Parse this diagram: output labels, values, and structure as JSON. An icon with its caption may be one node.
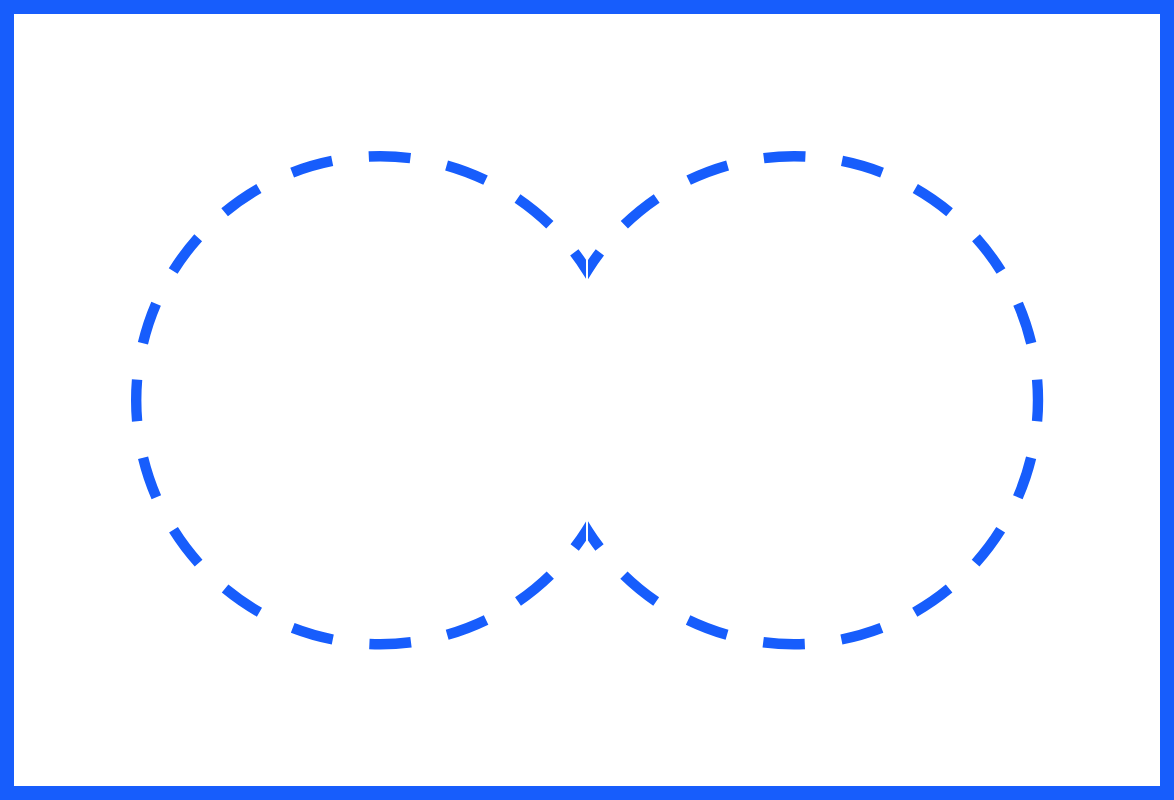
{
  "diagram": {
    "nodes": [
      {
        "text": [],
        "shape": "box"
      },
      {
        "text": [],
        "shape": "circle",
        "in": 0
      },
      {
        "text": [],
        "shape": "circle",
        "in": 0
      }
    ]
  }
}
